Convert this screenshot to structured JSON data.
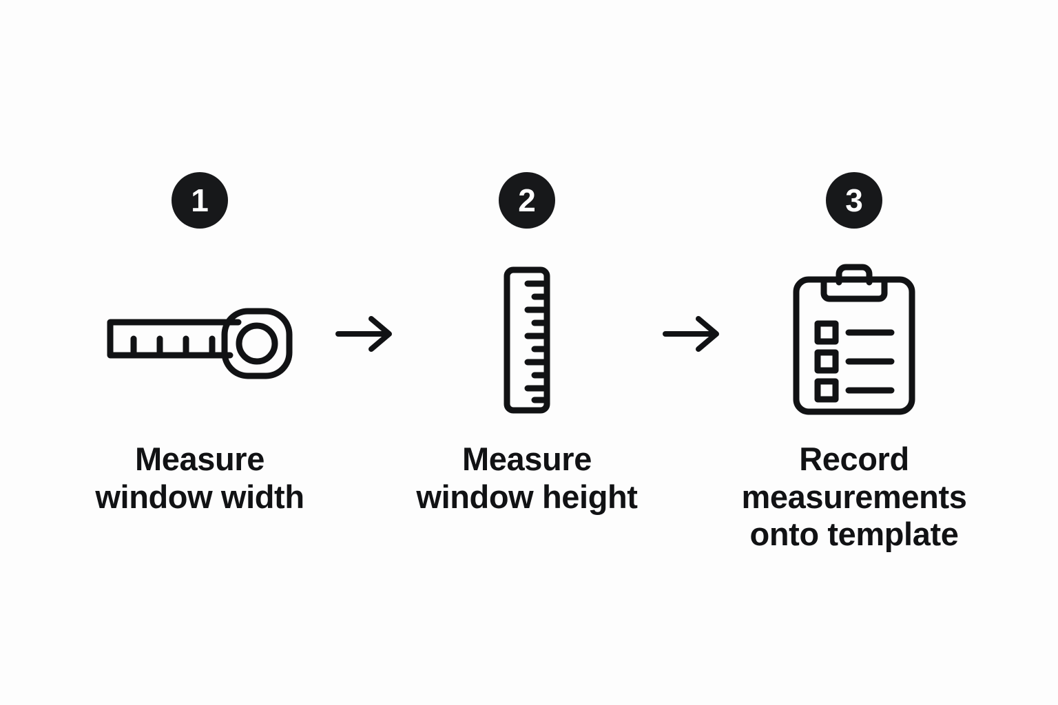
{
  "page": {
    "title": "Window measurement process",
    "background_color": "#fdfdfd",
    "ink_color": "#111214",
    "badge_color": "#17181a",
    "badge_text_color": "#ffffff"
  },
  "steps": [
    {
      "number": "1",
      "icon": "tape-measure-icon",
      "caption": "Measure\nwindow width"
    },
    {
      "number": "2",
      "icon": "ruler-icon",
      "caption": "Measure\nwindow height"
    },
    {
      "number": "3",
      "icon": "clipboard-checklist-icon",
      "caption": "Record\nmeasurements\nonto template"
    }
  ],
  "connectors": [
    {
      "name": "arrow-right-icon",
      "from": "1",
      "to": "2"
    },
    {
      "name": "arrow-right-icon",
      "from": "2",
      "to": "3"
    }
  ]
}
